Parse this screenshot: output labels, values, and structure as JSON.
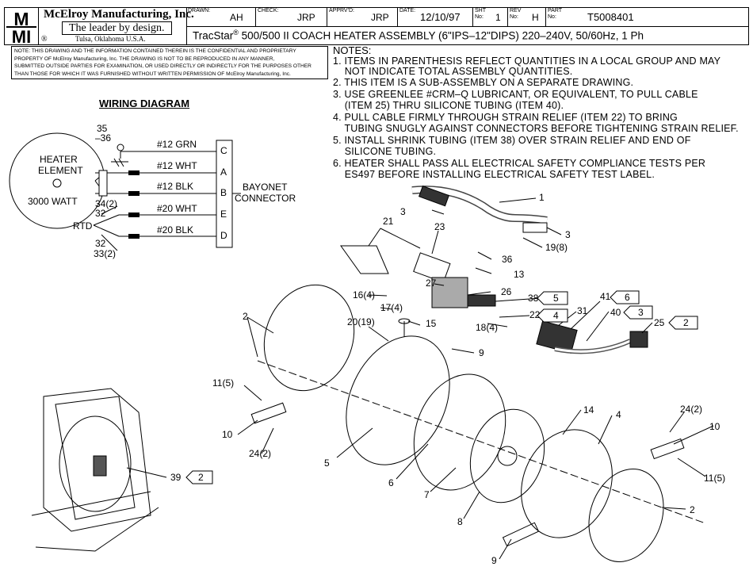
{
  "company": {
    "logo_text": "M\nMI",
    "name": "McElroy Manufacturing, Inc.",
    "tagline": "The leader by design.",
    "registered_mark": "®",
    "location": "Tulsa, Oklahoma U.S.A."
  },
  "title_block": {
    "drawn_label": "DRAWN:",
    "drawn_value": "AH",
    "check_label": "CHECK:",
    "check_value": "JRP",
    "apprvd_label": "APPRV'D:",
    "apprvd_value": "JRP",
    "date_label": "DATE:",
    "date_value": "12/10/97",
    "sht_label": "SHT\nNo:",
    "sht_value": "1",
    "rev_label": "REV\nNo:",
    "rev_value": "H",
    "part_label": "PART\nNo:",
    "part_value": "T5008401",
    "title_prefix": "TracStar",
    "title_reg": "®",
    "title_rest": " 500/500 II COACH HEATER ASSEMBLY (6\"IPS–12\"DIPS) 220–240V, 50/60Hz, 1 Ph"
  },
  "confidential_note": [
    "NOTE: THIS DRAWING AND THE INFORMATION CONTAINED THEREIN IS THE CONFIDENTIAL AND PROPRIETARY",
    "PROPERTY OF McElroy Manufacturing, Inc. THE DRAWING IS NOT TO BE REPRODUCED IN ANY MANNER,",
    "SUBMITTED OUTSIDE PARTIES FOR EXAMINATION, OR USED DIRECTLY OR INDIRECTLY FOR THE PURPOSES OTHER",
    "THAN THOSE FOR WHICH IT WAS FURNISHED WITHOUT WRITTEN PERMISSION OF McElroy Manufacturing, Inc."
  ],
  "notes": {
    "heading": "NOTES:",
    "lines": [
      "1. ITEMS IN PARENTHESIS REFLECT QUANTITIES IN A LOCAL GROUP AND MAY",
      "    NOT INDICATE TOTAL ASSEMBLY QUANTITIES.",
      "2. THIS ITEM IS A SUB-ASSEMBLY ON A SEPARATE DRAWING.",
      "3. USE GREENLEE #CRM–Q LUBRICANT, OR EQUIVALENT, TO PULL CABLE",
      "    (ITEM 25) THRU SILICONE TUBING (ITEM 40).",
      "4. PULL CABLE FIRMLY THROUGH STRAIN RELIEF (ITEM 22) TO BRING",
      "    TUBING SNUGLY AGAINST CONNECTORS BEFORE TIGHTENING STRAIN RELIEF.",
      "5. INSTALL SHRINK TUBING (ITEM 38) OVER STRAIN RELIEF AND END OF",
      "    SILICONE TUBING.",
      "6. HEATER SHALL PASS ALL ELECTRICAL SAFETY COMPLIANCE TESTS PER",
      "    ES497 BEFORE INSTALLING ELECTRICAL SAFETY TEST LABEL."
    ]
  },
  "wiring": {
    "title": "WIRING DIAGRAM",
    "heater_label_1": "HEATER",
    "heater_label_2": "ELEMENT",
    "heater_watt": "3000 WATT",
    "rtd": "RTD",
    "ref_35": "35",
    "ref_36": "–36",
    "ref_34": "34(2)",
    "ref_32a": "32",
    "ref_32b": "32",
    "ref_33": "33(2)",
    "wires": [
      "#12 GRN",
      "#12 WHT",
      "#12 BLK",
      "#20 WHT",
      "#20 BLK"
    ],
    "pins": [
      "C",
      "A",
      "B",
      "E",
      "D"
    ],
    "connector_label_1": "BAYONET",
    "connector_label_2": "CONNECTOR"
  },
  "callouts": {
    "c1": "1",
    "c2a": "2",
    "c2b": "2",
    "c3a": "3",
    "c3b": "3",
    "c4": "4",
    "c5": "5",
    "c6": "6",
    "c7": "7",
    "c8": "8",
    "c9a": "9",
    "c9b": "9",
    "c10a": "10",
    "c10b": "10",
    "c11a": "11(5)",
    "c11b": "11(5)",
    "c13": "13",
    "c14": "14",
    "c15": "15",
    "c16": "16(4)",
    "c17": "17(4)",
    "c18": "18(4)",
    "c19": "19(8)",
    "c20": "20(19)",
    "c21": "21",
    "c22": "22",
    "c23": "23",
    "c24a": "24(2)",
    "c24b": "24(2)",
    "c25": "25",
    "c26": "26",
    "c27": "27",
    "c31": "31",
    "c36": "36",
    "c38": "38",
    "c39": "39",
    "c40": "40",
    "c41": "41"
  },
  "flags": {
    "f38": "5",
    "f22": "4",
    "f41": "6",
    "f40": "3",
    "f25": "2",
    "f39": "2"
  }
}
